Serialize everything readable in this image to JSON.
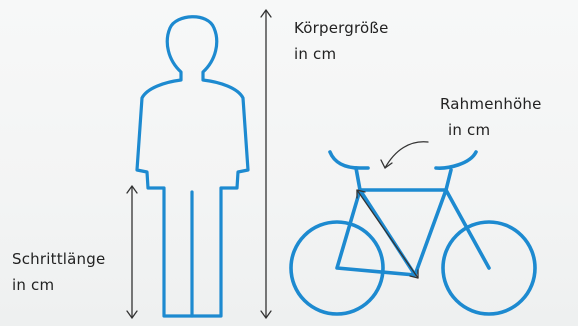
{
  "labels": {
    "body_height": [
      "Körpergröße",
      "in cm"
    ],
    "frame_height": [
      "Rahmenhöhe",
      "in cm"
    ],
    "inseam": [
      "Schrittlänge",
      "in cm"
    ]
  },
  "colors": {
    "figure": "#1d8ad0",
    "measure": "#333333",
    "text": "#222222"
  }
}
